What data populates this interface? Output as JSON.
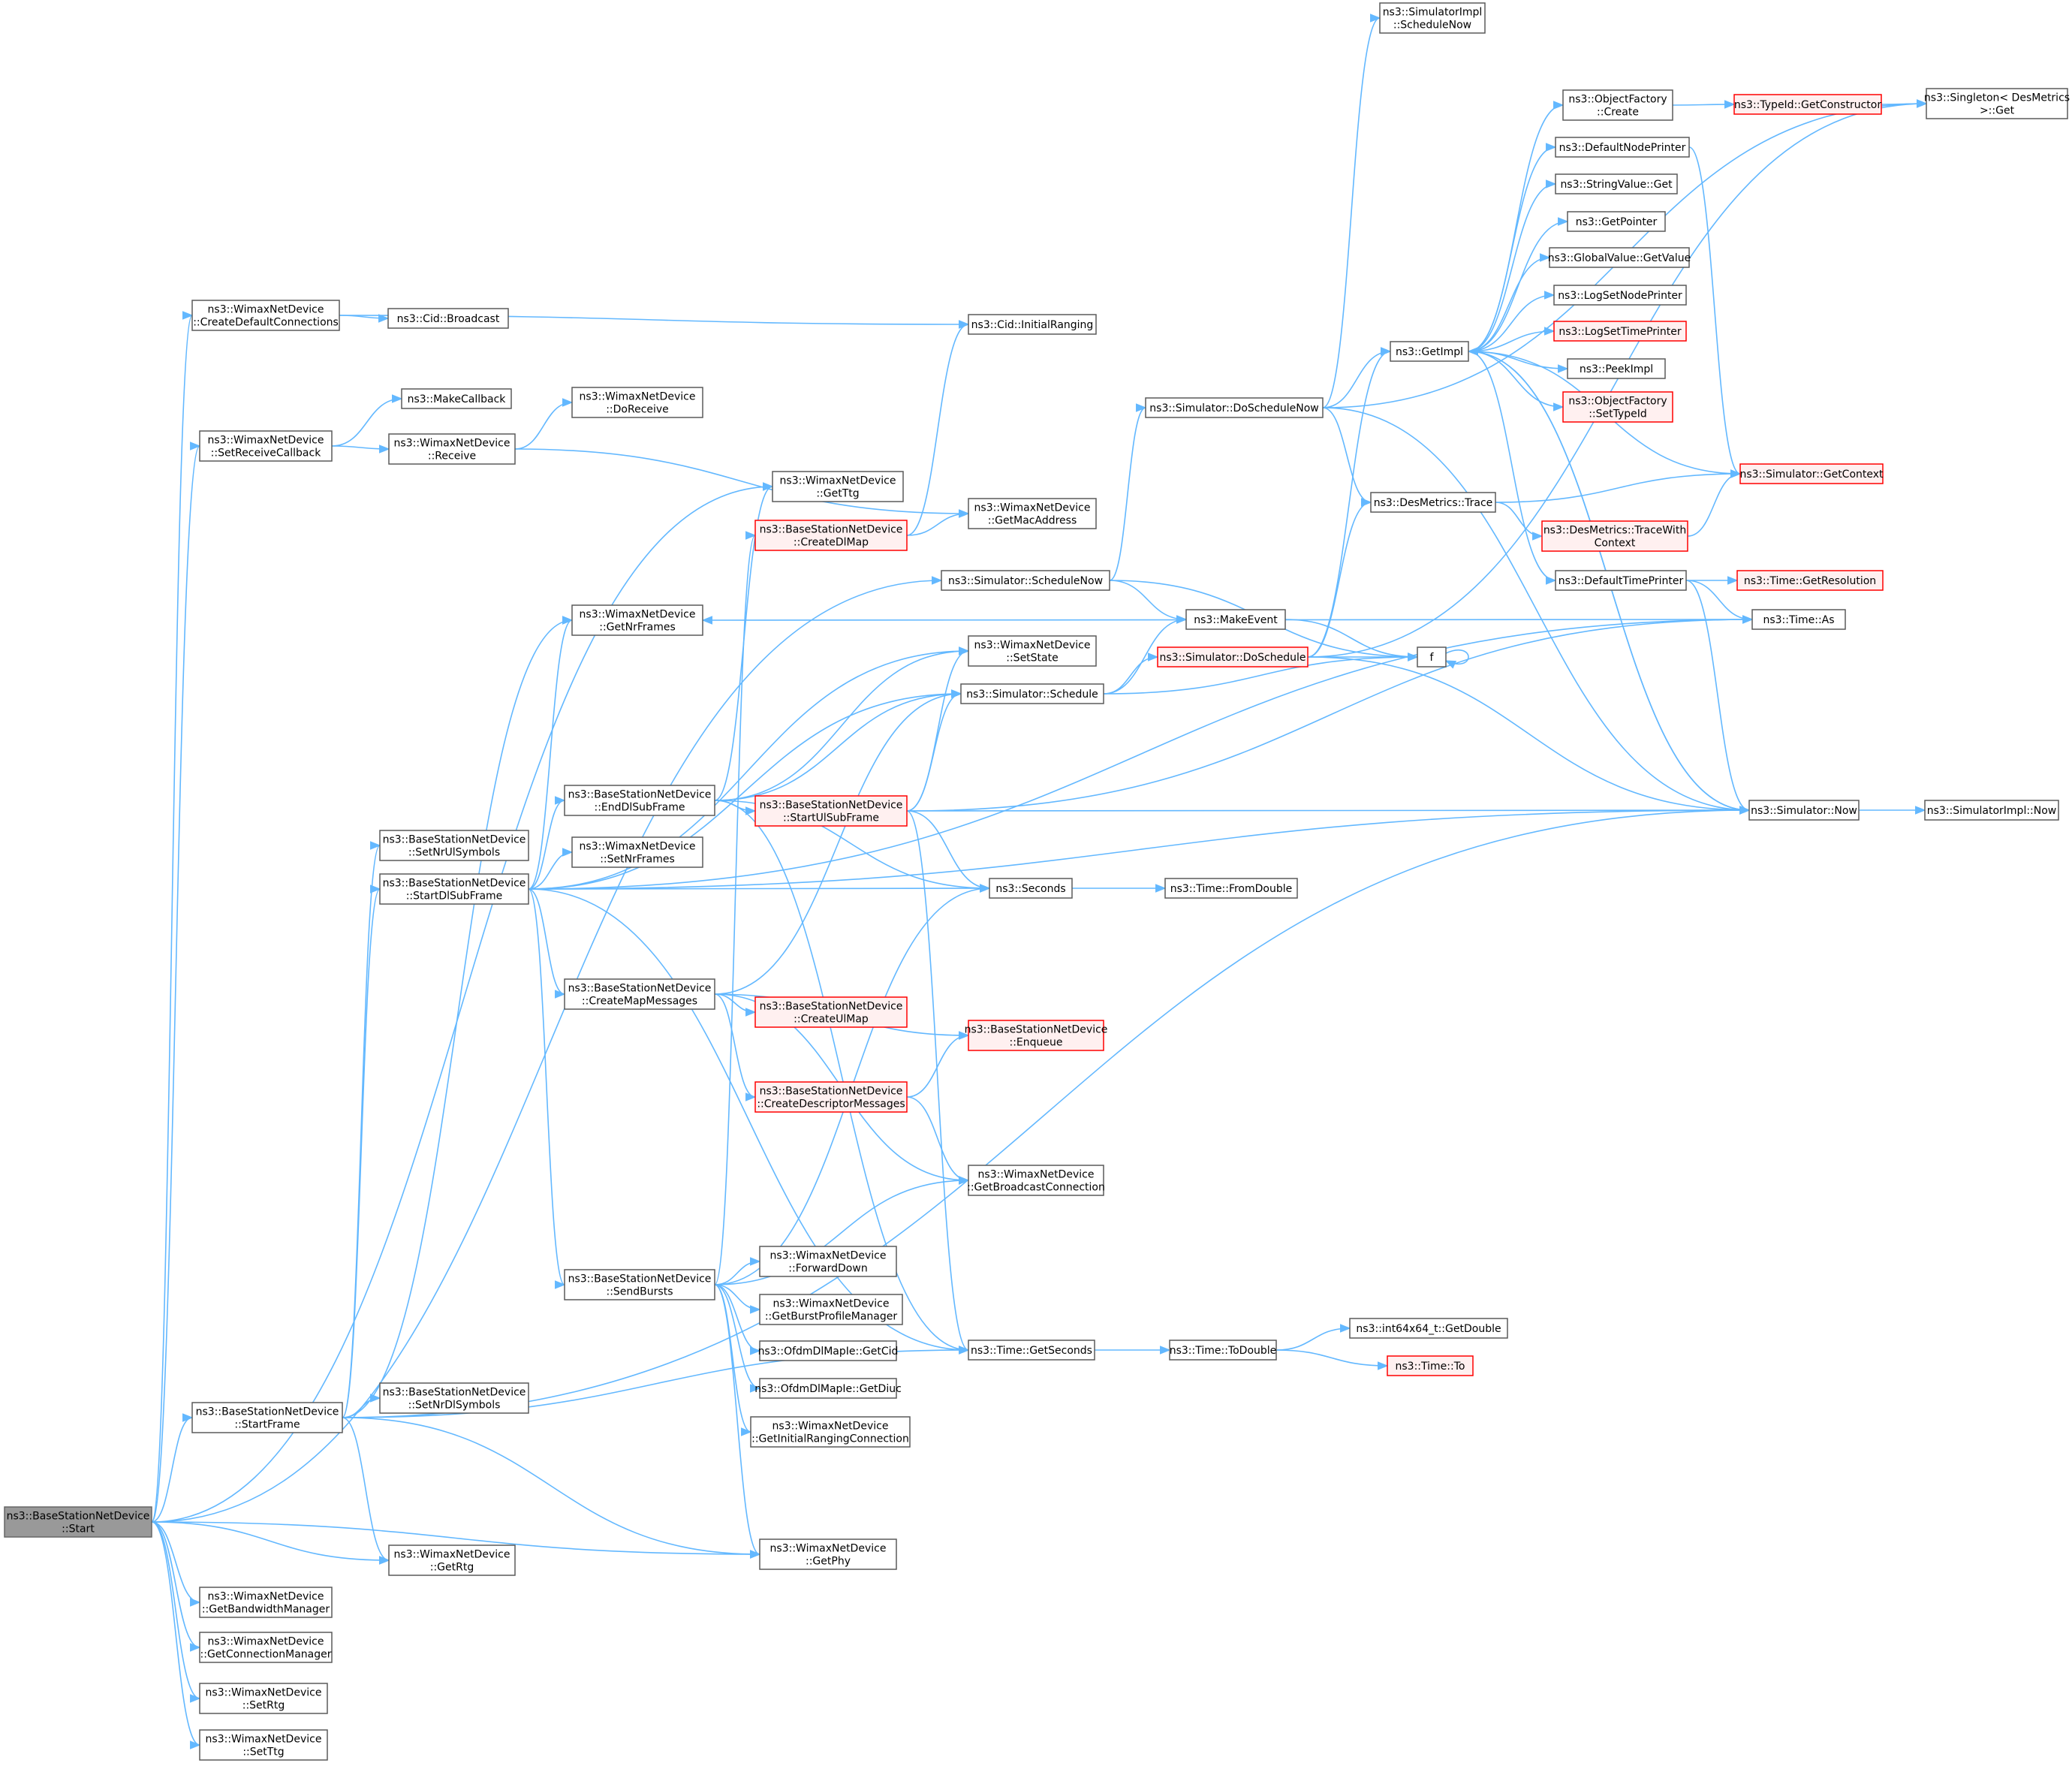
{
  "colors": {
    "edge": "#63b8ff",
    "node_border": "#5a5a5a",
    "red_border": "#ff0000",
    "red_fill": "#fff0f0",
    "root_fill": "#999999"
  },
  "nodes": {
    "start": {
      "lines": [
        "ns3::BaseStationNetDevice",
        "::Start"
      ]
    },
    "createDefaultConnections": {
      "lines": [
        "ns3::WimaxNetDevice",
        "::CreateDefaultConnections"
      ]
    },
    "cidBroadcast": {
      "lines": [
        "ns3::Cid::Broadcast"
      ]
    },
    "cidInitialRanging": {
      "lines": [
        "ns3::Cid::InitialRanging"
      ]
    },
    "makeCallback": {
      "lines": [
        "ns3::MakeCallback"
      ]
    },
    "setReceiveCallback": {
      "lines": [
        "ns3::WimaxNetDevice",
        "::SetReceiveCallback"
      ]
    },
    "doReceive": {
      "lines": [
        "ns3::WimaxNetDevice",
        "::DoReceive"
      ]
    },
    "receive": {
      "lines": [
        "ns3::WimaxNetDevice",
        "::Receive"
      ]
    },
    "getTtg": {
      "lines": [
        "ns3::WimaxNetDevice",
        "::GetTtg"
      ]
    },
    "createDlMap": {
      "lines": [
        "ns3::BaseStationNetDevice",
        "::CreateDlMap"
      ]
    },
    "getMacAddress": {
      "lines": [
        "ns3::WimaxNetDevice",
        "::GetMacAddress"
      ]
    },
    "simScheduleNow": {
      "lines": [
        "ns3::Simulator::ScheduleNow"
      ]
    },
    "getNrFrames": {
      "lines": [
        "ns3::WimaxNetDevice",
        "::GetNrFrames"
      ]
    },
    "setState": {
      "lines": [
        "ns3::WimaxNetDevice",
        "::SetState"
      ]
    },
    "simSchedule": {
      "lines": [
        "ns3::Simulator::Schedule"
      ]
    },
    "endDlSubFrame": {
      "lines": [
        "ns3::BaseStationNetDevice",
        "::EndDlSubFrame"
      ]
    },
    "startUlSubFrame": {
      "lines": [
        "ns3::BaseStationNetDevice",
        "::StartUlSubFrame"
      ]
    },
    "setNrUlSymbols": {
      "lines": [
        "ns3::BaseStationNetDevice",
        "::SetNrUlSymbols"
      ]
    },
    "setNrFrames": {
      "lines": [
        "ns3::WimaxNetDevice",
        "::SetNrFrames"
      ]
    },
    "startDlSubFrame": {
      "lines": [
        "ns3::BaseStationNetDevice",
        "::StartDlSubFrame"
      ]
    },
    "seconds": {
      "lines": [
        "ns3::Seconds"
      ]
    },
    "fromDouble": {
      "lines": [
        "ns3::Time::FromDouble"
      ]
    },
    "createMapMessages": {
      "lines": [
        "ns3::BaseStationNetDevice",
        "::CreateMapMessages"
      ]
    },
    "createUlMap": {
      "lines": [
        "ns3::BaseStationNetDevice",
        "::CreateUlMap"
      ]
    },
    "enqueue": {
      "lines": [
        "ns3::BaseStationNetDevice",
        "::Enqueue"
      ]
    },
    "createDescriptorMessages": {
      "lines": [
        "ns3::BaseStationNetDevice",
        "::CreateDescriptorMessages"
      ]
    },
    "getBroadcastConnection": {
      "lines": [
        "ns3::WimaxNetDevice",
        "::GetBroadcastConnection"
      ]
    },
    "sendBursts": {
      "lines": [
        "ns3::BaseStationNetDevice",
        "::SendBursts"
      ]
    },
    "forwardDown": {
      "lines": [
        "ns3::WimaxNetDevice",
        "::ForwardDown"
      ]
    },
    "getBurstProfileManager": {
      "lines": [
        "ns3::WimaxNetDevice",
        "::GetBurstProfileManager"
      ]
    },
    "getCid": {
      "lines": [
        "ns3::OfdmDlMapIe::GetCid"
      ]
    },
    "getDiuc": {
      "lines": [
        "ns3::OfdmDlMapIe::GetDiuc"
      ]
    },
    "getInitialRangingConnection": {
      "lines": [
        "ns3::WimaxNetDevice",
        "::GetInitialRangingConnection"
      ]
    },
    "timeGetSeconds": {
      "lines": [
        "ns3::Time::GetSeconds"
      ]
    },
    "toDouble": {
      "lines": [
        "ns3::Time::ToDouble"
      ]
    },
    "int64GetDouble": {
      "lines": [
        "ns3::int64x64_t::GetDouble"
      ]
    },
    "timeTo": {
      "lines": [
        "ns3::Time::To"
      ]
    },
    "startFrame": {
      "lines": [
        "ns3::BaseStationNetDevice",
        "::StartFrame"
      ]
    },
    "setNrDlSymbols": {
      "lines": [
        "ns3::BaseStationNetDevice",
        "::SetNrDlSymbols"
      ]
    },
    "getRtg": {
      "lines": [
        "ns3::WimaxNetDevice",
        "::GetRtg"
      ]
    },
    "getPhy": {
      "lines": [
        "ns3::WimaxNetDevice",
        "::GetPhy"
      ]
    },
    "getBandwidthManager": {
      "lines": [
        "ns3::WimaxNetDevice",
        "::GetBandwidthManager"
      ]
    },
    "getConnectionManager": {
      "lines": [
        "ns3::WimaxNetDevice",
        "::GetConnectionManager"
      ]
    },
    "setRtg": {
      "lines": [
        "ns3::WimaxNetDevice",
        "::SetRtg"
      ]
    },
    "setTtg": {
      "lines": [
        "ns3::WimaxNetDevice",
        "::SetTtg"
      ]
    },
    "simImplScheduleNow": {
      "lines": [
        "ns3::SimulatorImpl",
        "::ScheduleNow"
      ]
    },
    "doScheduleNow": {
      "lines": [
        "ns3::Simulator::DoScheduleNow"
      ]
    },
    "makeEvent": {
      "lines": [
        "ns3::MakeEvent"
      ]
    },
    "doSchedule": {
      "lines": [
        "ns3::Simulator::DoSchedule"
      ]
    },
    "f": {
      "lines": [
        "f"
      ]
    },
    "getImpl": {
      "lines": [
        "ns3::GetImpl"
      ]
    },
    "desTrace": {
      "lines": [
        "ns3::DesMetrics::Trace"
      ]
    },
    "objFactoryCreate": {
      "lines": [
        "ns3::ObjectFactory",
        "::Create"
      ]
    },
    "typeIdGetConstructor": {
      "lines": [
        "ns3::TypeId::GetConstructor"
      ]
    },
    "singletonGet": {
      "lines": [
        "ns3::Singleton< DesMetrics",
        " >::Get"
      ]
    },
    "defaultNodePrinter": {
      "lines": [
        "ns3::DefaultNodePrinter"
      ]
    },
    "stringValueGet": {
      "lines": [
        "ns3::StringValue::Get"
      ]
    },
    "getPointer": {
      "lines": [
        "ns3::GetPointer"
      ]
    },
    "globalValueGetValue": {
      "lines": [
        "ns3::GlobalValue::GetValue"
      ]
    },
    "logSetNodePrinter": {
      "lines": [
        "ns3::LogSetNodePrinter"
      ]
    },
    "logSetTimePrinter": {
      "lines": [
        "ns3::LogSetTimePrinter"
      ]
    },
    "peekImpl": {
      "lines": [
        "ns3::PeekImpl"
      ]
    },
    "objFactorySetTypeId": {
      "lines": [
        "ns3::ObjectFactory",
        "::SetTypeId"
      ]
    },
    "simGetContext": {
      "lines": [
        "ns3::Simulator::GetContext"
      ]
    },
    "traceWithContext": {
      "lines": [
        "ns3::DesMetrics::TraceWith",
        "Context"
      ]
    },
    "defaultTimePrinter": {
      "lines": [
        "ns3::DefaultTimePrinter"
      ]
    },
    "getResolution": {
      "lines": [
        "ns3::Time::GetResolution"
      ]
    },
    "timeAs": {
      "lines": [
        "ns3::Time::As"
      ]
    },
    "simNow": {
      "lines": [
        "ns3::Simulator::Now"
      ]
    },
    "simImplNow": {
      "lines": [
        "ns3::SimulatorImpl::Now"
      ]
    }
  }
}
